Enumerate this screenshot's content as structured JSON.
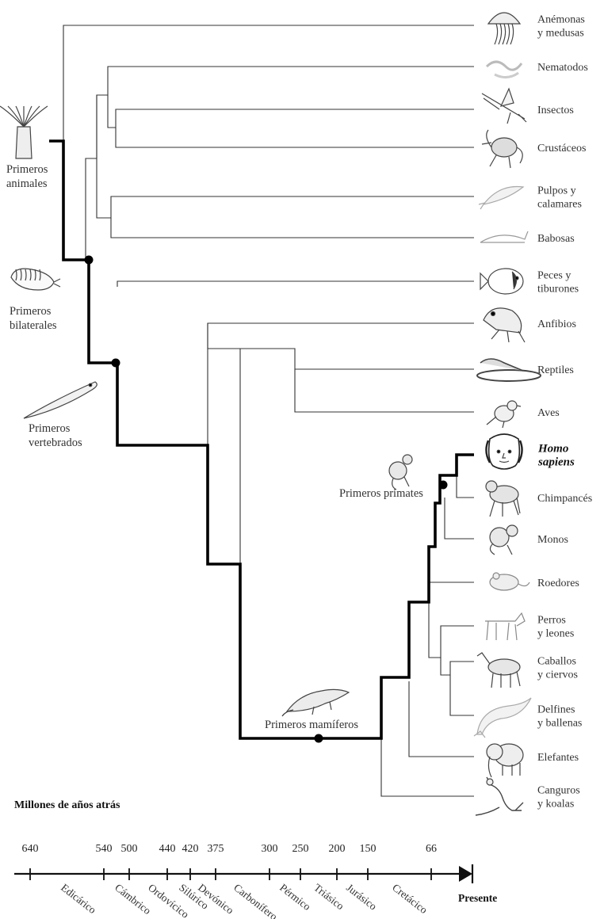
{
  "leaves": [
    {
      "id": "anemonas",
      "lines": [
        "Anémonas",
        "y medusas"
      ],
      "icon": "jellyfish-icon"
    },
    {
      "id": "nematodos",
      "lines": [
        "Nematodos"
      ],
      "icon": "worm-icon"
    },
    {
      "id": "insectos",
      "lines": [
        "Insectos"
      ],
      "icon": "mayfly-icon"
    },
    {
      "id": "crustaceos",
      "lines": [
        "Crustáceos"
      ],
      "icon": "crab-icon"
    },
    {
      "id": "pulpos",
      "lines": [
        "Pulpos y",
        "calamares"
      ],
      "icon": "squid-icon"
    },
    {
      "id": "babosas",
      "lines": [
        "Babosas"
      ],
      "icon": "slug-icon"
    },
    {
      "id": "peces",
      "lines": [
        "Peces y",
        "tiburones"
      ],
      "icon": "fish-icon"
    },
    {
      "id": "anfibios",
      "lines": [
        "Anfibios"
      ],
      "icon": "frog-icon"
    },
    {
      "id": "reptiles",
      "lines": [
        "Reptiles"
      ],
      "icon": "lizard-icon"
    },
    {
      "id": "aves",
      "lines": [
        "Aves"
      ],
      "icon": "bird-icon"
    },
    {
      "id": "homo",
      "lines": [
        "Homo",
        "sapiens"
      ],
      "icon": "human-face-icon",
      "highlight": true
    },
    {
      "id": "chimpances",
      "lines": [
        "Chimpancés"
      ],
      "icon": "chimpanzee-icon"
    },
    {
      "id": "monos",
      "lines": [
        "Monos"
      ],
      "icon": "monkey-icon"
    },
    {
      "id": "roedores",
      "lines": [
        "Roedores"
      ],
      "icon": "mouse-icon"
    },
    {
      "id": "perros",
      "lines": [
        "Perros",
        "y leones"
      ],
      "icon": "dog-icon"
    },
    {
      "id": "caballos",
      "lines": [
        "Caballos",
        "y ciervos"
      ],
      "icon": "horse-icon"
    },
    {
      "id": "delfines",
      "lines": [
        "Delfines",
        "y ballenas"
      ],
      "icon": "whale-icon"
    },
    {
      "id": "elefantes",
      "lines": [
        "Elefantes"
      ],
      "icon": "elephant-icon"
    },
    {
      "id": "canguros",
      "lines": [
        "Canguros",
        "y koalas"
      ],
      "icon": "kangaroo-icon"
    }
  ],
  "milestones": [
    {
      "id": "animales",
      "lines": [
        "Primeros",
        "animales"
      ],
      "icon": "anemone-polyp-icon"
    },
    {
      "id": "bilaterales",
      "lines": [
        "Primeros",
        "bilaterales"
      ],
      "icon": "bilaterian-worm-icon"
    },
    {
      "id": "vertebrados",
      "lines": [
        "Primeros",
        "vertebrados"
      ],
      "icon": "early-fish-icon"
    },
    {
      "id": "primates",
      "lines": [
        "Primeros primates"
      ],
      "icon": "early-primate-icon"
    },
    {
      "id": "mamiferos",
      "lines": [
        "Primeros mamíferos"
      ],
      "icon": "early-mammal-icon"
    }
  ],
  "timeline": {
    "title": "Millones de años atrás",
    "ticks": [
      "640",
      "540",
      "500",
      "440",
      "420",
      "375",
      "300",
      "250",
      "200",
      "150",
      "66"
    ],
    "periods": [
      "Edicárico",
      "Cámbrico",
      "Ordovícico",
      "Silúrico",
      "Devónico",
      "Carbonífero",
      "Pérmico",
      "Triásico",
      "Jurásico",
      "Cretácico"
    ],
    "present_label": "Presente"
  },
  "colors": {
    "highlight_path": "#000000",
    "branch": "#333333",
    "text": "#333333"
  }
}
